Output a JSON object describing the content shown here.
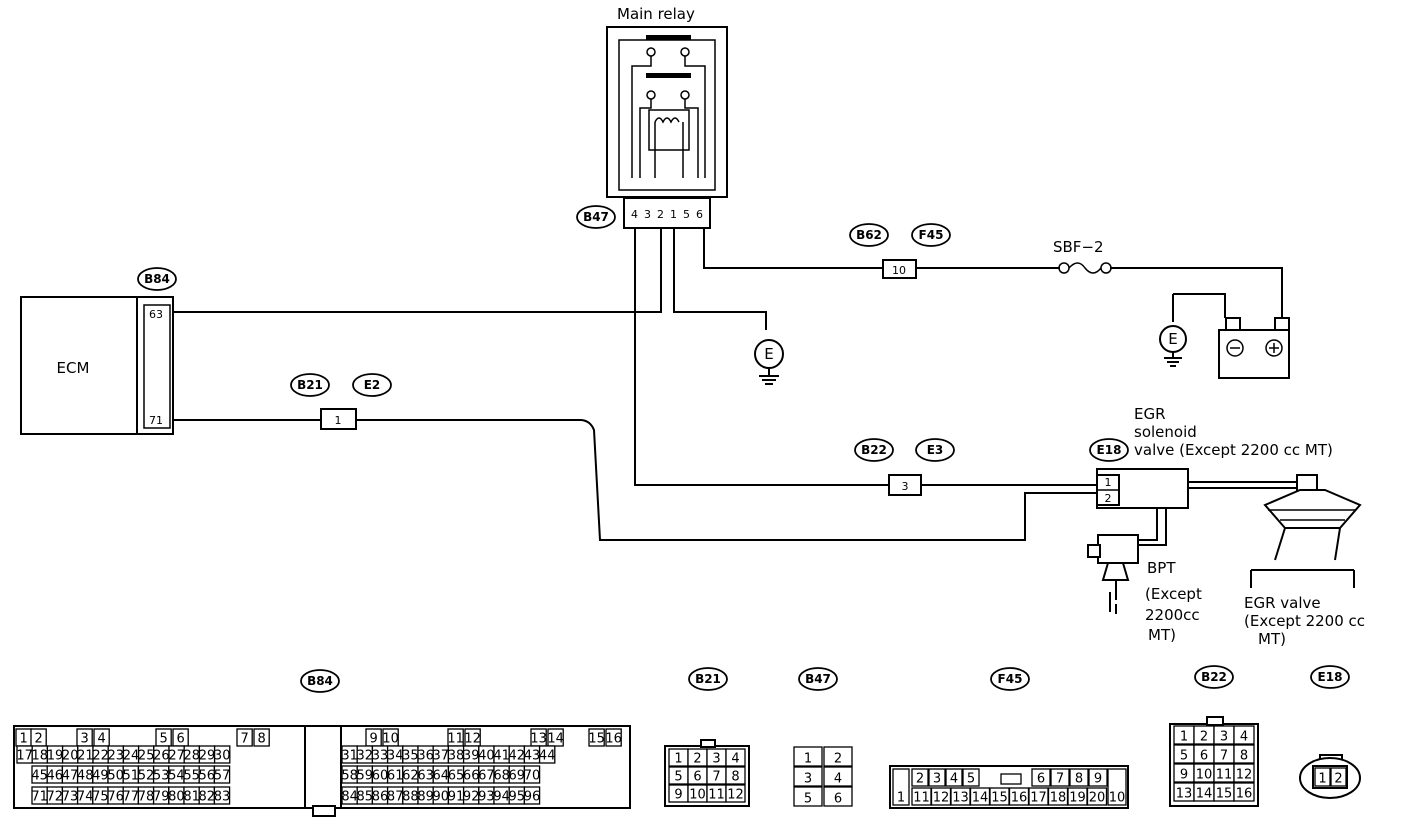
{
  "labels": {
    "main_relay": "Main relay",
    "ecm": "ECM",
    "sbf": "SBF−2",
    "egr_solenoid": [
      "EGR",
      "solenoid",
      "valve (Except 2200 cc MT)"
    ],
    "bpt": [
      "BPT",
      "(Except",
      "2200cc",
      "MT)"
    ],
    "egr_valve": [
      "EGR valve",
      "(Except 2200 cc",
      "MT)"
    ],
    "ground_e": "E"
  },
  "connectors": {
    "B84": "B84",
    "B47": "B47",
    "B62": "B62",
    "F45": "F45",
    "B21": "B21",
    "E2": "E2",
    "B22": "B22",
    "E3": "E3",
    "E18": "E18"
  },
  "pins": {
    "ecm_63": "63",
    "ecm_71": "71",
    "b62_f45": "10",
    "b21_e2": "1",
    "b22_e3": "3",
    "e18_1": "1",
    "e18_2": "2",
    "b47": [
      "4",
      "3",
      "2",
      "1",
      "5",
      "6"
    ]
  },
  "connector_views": {
    "B84": {
      "row1": [
        "1",
        "2",
        "3",
        "4",
        "5",
        "6",
        "7",
        "8",
        "9",
        "10",
        "11",
        "12",
        "13",
        "14",
        "15",
        "16"
      ],
      "row2a": [
        "17",
        "18",
        "19",
        "20",
        "21",
        "22",
        "23",
        "24",
        "25",
        "26",
        "27",
        "28",
        "29",
        "30"
      ],
      "row2b": [
        "31",
        "32",
        "33",
        "34",
        "35",
        "36",
        "37",
        "38",
        "39",
        "40",
        "41",
        "42",
        "43",
        "44"
      ],
      "row3a": [
        "45",
        "46",
        "47",
        "48",
        "49",
        "50",
        "51",
        "52",
        "53",
        "54",
        "55",
        "56",
        "57"
      ],
      "row3b": [
        "58",
        "59",
        "60",
        "61",
        "62",
        "63",
        "64",
        "65",
        "66",
        "67",
        "68",
        "69",
        "70"
      ],
      "row4a": [
        "71",
        "72",
        "73",
        "74",
        "75",
        "76",
        "77",
        "78",
        "79",
        "80",
        "81",
        "82",
        "83"
      ],
      "row4b": [
        "84",
        "85",
        "86",
        "87",
        "88",
        "89",
        "90",
        "91",
        "92",
        "93",
        "94",
        "95",
        "96"
      ]
    },
    "B21": [
      [
        "1",
        "2",
        "3",
        "4"
      ],
      [
        "5",
        "6",
        "7",
        "8"
      ],
      [
        "9",
        "10",
        "11",
        "12"
      ]
    ],
    "B47": [
      [
        "1",
        "2"
      ],
      [
        "3",
        "4"
      ],
      [
        "5",
        "6"
      ]
    ],
    "F45": {
      "left": "1",
      "right": "10",
      "top": [
        "2",
        "3",
        "4",
        "5",
        "6",
        "7",
        "8",
        "9"
      ],
      "bottom": [
        "11",
        "12",
        "13",
        "14",
        "15",
        "16",
        "17",
        "18",
        "19",
        "20"
      ]
    },
    "B22": [
      [
        "1",
        "2",
        "3",
        "4"
      ],
      [
        "5",
        "6",
        "7",
        "8"
      ],
      [
        "9",
        "10",
        "11",
        "12"
      ],
      [
        "13",
        "14",
        "15",
        "16"
      ]
    ],
    "E18": [
      "1",
      "2"
    ]
  }
}
